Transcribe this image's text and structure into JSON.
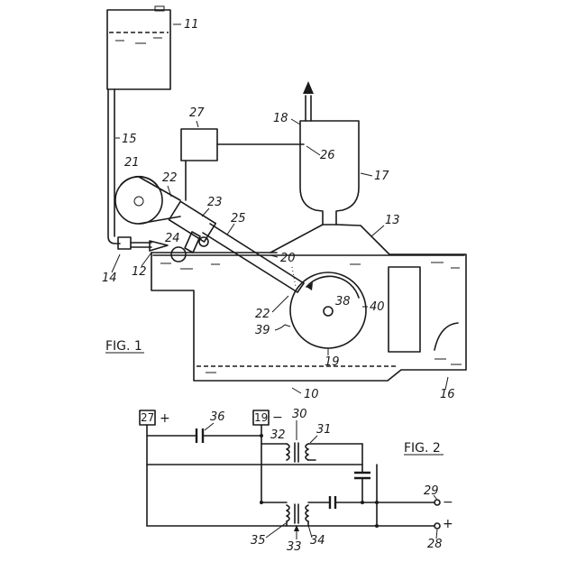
{
  "labels": {
    "tank_11": "11",
    "pipe_15": "15",
    "box_27": "27",
    "arrow_18": "18",
    "tube_26": "26",
    "vessel_17": "17",
    "wheel_21": "21",
    "belt_22_top": "22",
    "holder_23": "23",
    "rod_25": "25",
    "line_13": "13",
    "pivot_24": "24",
    "fitting_14": "14",
    "nozzle_12": "12",
    "level_20": "20",
    "drum_38": "38",
    "item_40": "40",
    "belt_22_bot": "22",
    "drum_39": "39",
    "drum_19": "19",
    "base_10": "10",
    "corner_16": "16",
    "fig1": "FIG. 1",
    "fig2": "FIG. 2",
    "term_27": "27",
    "term_19": "19",
    "cap_36": "36",
    "xfmr_30": "30",
    "coil_32": "32",
    "coil_31": "31",
    "term_29": "29",
    "term_28": "28",
    "coil_35": "35",
    "xfmr_33": "33",
    "coil_34": "34",
    "plus_27": "+",
    "minus_19": "−",
    "minus_29": "−",
    "plus_28": "+"
  }
}
